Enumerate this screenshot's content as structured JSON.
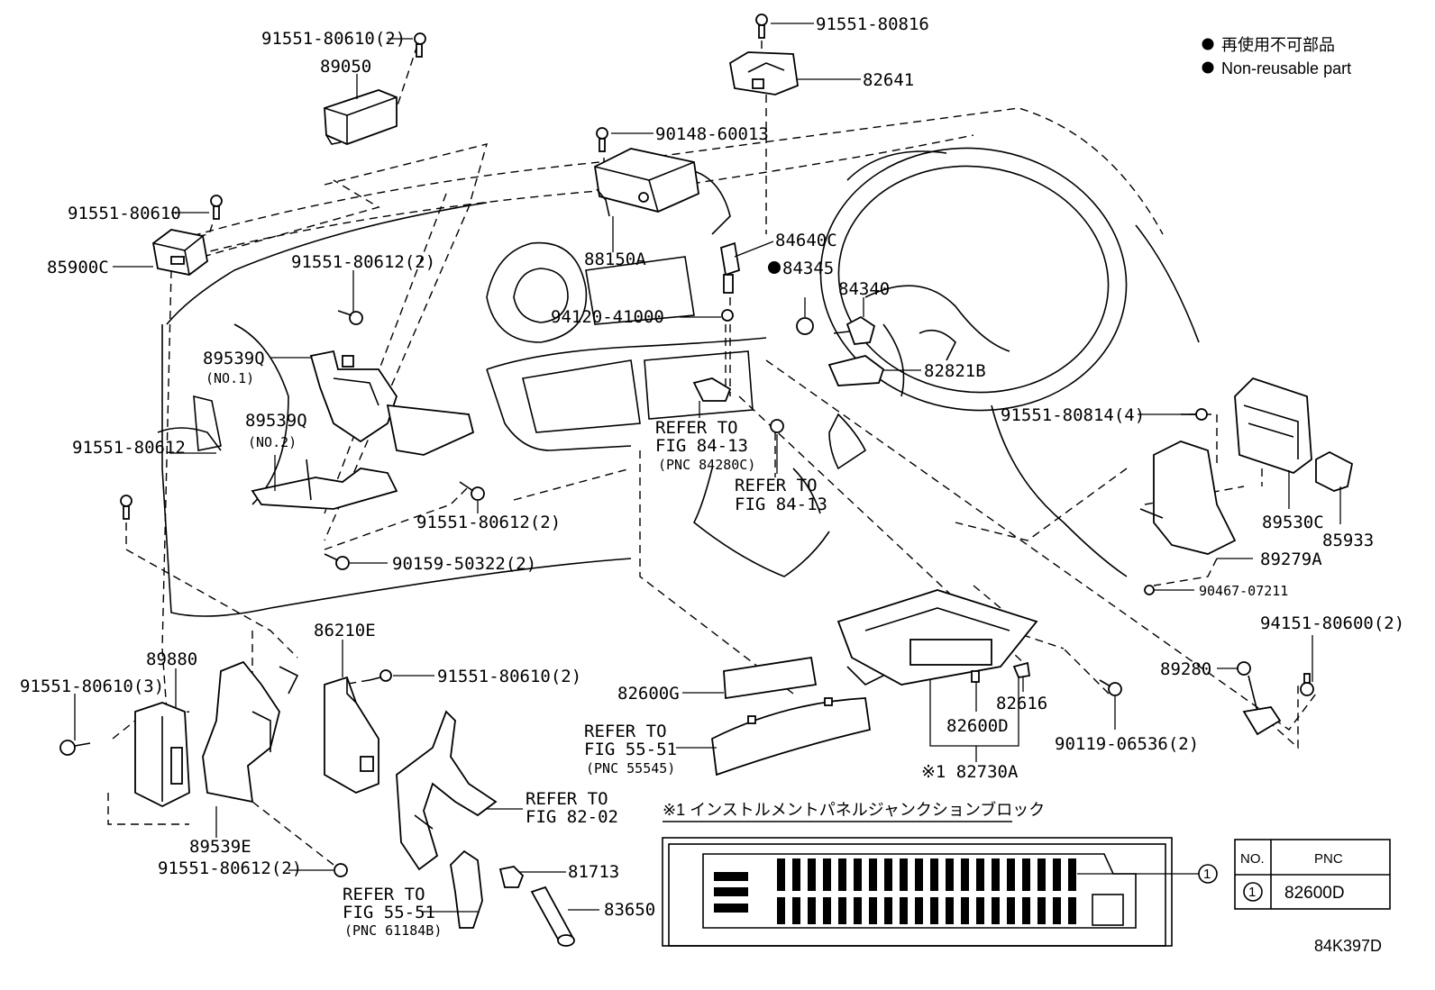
{
  "legend": {
    "jp": "再使用不可部品",
    "en": "Non-reusable part"
  },
  "labels": [
    {
      "id": "p91551-80816",
      "text": "91551-80816"
    },
    {
      "id": "p82641",
      "text": "82641"
    },
    {
      "id": "p91551-80610-2a",
      "text": "91551-80610(2)"
    },
    {
      "id": "p89050",
      "text": "89050"
    },
    {
      "id": "p90148-60013",
      "text": "90148-60013"
    },
    {
      "id": "p91551-80610",
      "text": "91551-80610"
    },
    {
      "id": "p85900C",
      "text": "85900C"
    },
    {
      "id": "p88150A",
      "text": "88150A"
    },
    {
      "id": "p84640C",
      "text": "84640C"
    },
    {
      "id": "p84345",
      "text": "84345"
    },
    {
      "id": "p84340",
      "text": "84340"
    },
    {
      "id": "p91551-80612-2a",
      "text": "91551-80612(2)"
    },
    {
      "id": "p94120-41000",
      "text": "94120-41000"
    },
    {
      "id": "p82821B",
      "text": "82821B"
    },
    {
      "id": "p89539Q",
      "text": "89539Q"
    },
    {
      "id": "p89539Q-no1",
      "text": "(NO.1)"
    },
    {
      "id": "p89539Q-b",
      "text": "89539Q"
    },
    {
      "id": "p89539Q-no2",
      "text": "(NO.2)"
    },
    {
      "id": "p91551-80612",
      "text": "91551-80612"
    },
    {
      "id": "refer-8413a-1",
      "text": "REFER TO"
    },
    {
      "id": "refer-8413a-2",
      "text": "FIG 84-13"
    },
    {
      "id": "refer-8413a-3",
      "text": "(PNC 84280C)"
    },
    {
      "id": "refer-8413b-1",
      "text": "REFER TO"
    },
    {
      "id": "refer-8413b-2",
      "text": "FIG 84-13"
    },
    {
      "id": "p91551-80814-4",
      "text": "91551-80814(4)"
    },
    {
      "id": "p91551-80612-2b",
      "text": "91551-80612(2)"
    },
    {
      "id": "p90159-50322-2",
      "text": "90159-50322(2)"
    },
    {
      "id": "p89530C",
      "text": "89530C"
    },
    {
      "id": "p85933",
      "text": "85933"
    },
    {
      "id": "p89279A",
      "text": "89279A"
    },
    {
      "id": "p90467-07211",
      "text": "90467-07211"
    },
    {
      "id": "p86210E",
      "text": "86210E"
    },
    {
      "id": "p89880",
      "text": "89880"
    },
    {
      "id": "p94151-80600-2",
      "text": "94151-80600(2)"
    },
    {
      "id": "p91551-80610-3",
      "text": "91551-80610(3)"
    },
    {
      "id": "p91551-80610-2b",
      "text": "91551-80610(2)"
    },
    {
      "id": "p89280",
      "text": "89280"
    },
    {
      "id": "p82600G",
      "text": "82600G"
    },
    {
      "id": "p82616",
      "text": "82616"
    },
    {
      "id": "p82600D",
      "text": "82600D"
    },
    {
      "id": "p90119-06536-2",
      "text": "90119-06536(2)"
    },
    {
      "id": "refer-5551a-1",
      "text": "REFER TO"
    },
    {
      "id": "refer-5551a-2",
      "text": "FIG 55-51"
    },
    {
      "id": "refer-5551a-3",
      "text": "(PNC 55545)"
    },
    {
      "id": "p82730A",
      "text": "※1 82730A"
    },
    {
      "id": "refer-8202-1",
      "text": "REFER TO"
    },
    {
      "id": "refer-8202-2",
      "text": "FIG 82-02"
    },
    {
      "id": "p89539E",
      "text": "89539E"
    },
    {
      "id": "p91551-80612-2c",
      "text": "91551-80612(2)"
    },
    {
      "id": "p81713",
      "text": "81713"
    },
    {
      "id": "refer-5551b-1",
      "text": "REFER TO"
    },
    {
      "id": "refer-5551b-2",
      "text": "FIG 55-51"
    },
    {
      "id": "refer-5551b-3",
      "text": "(PNC 61184B)"
    },
    {
      "id": "p83650",
      "text": "83650"
    }
  ],
  "junction_block": {
    "caption": "※1 インストルメントパネルジャンクションブロック",
    "callout": "1"
  },
  "table": {
    "col_no": "NO.",
    "col_pnc": "PNC",
    "row_no": "1",
    "row_pnc": "82600D"
  },
  "figure_id": "84K397D"
}
